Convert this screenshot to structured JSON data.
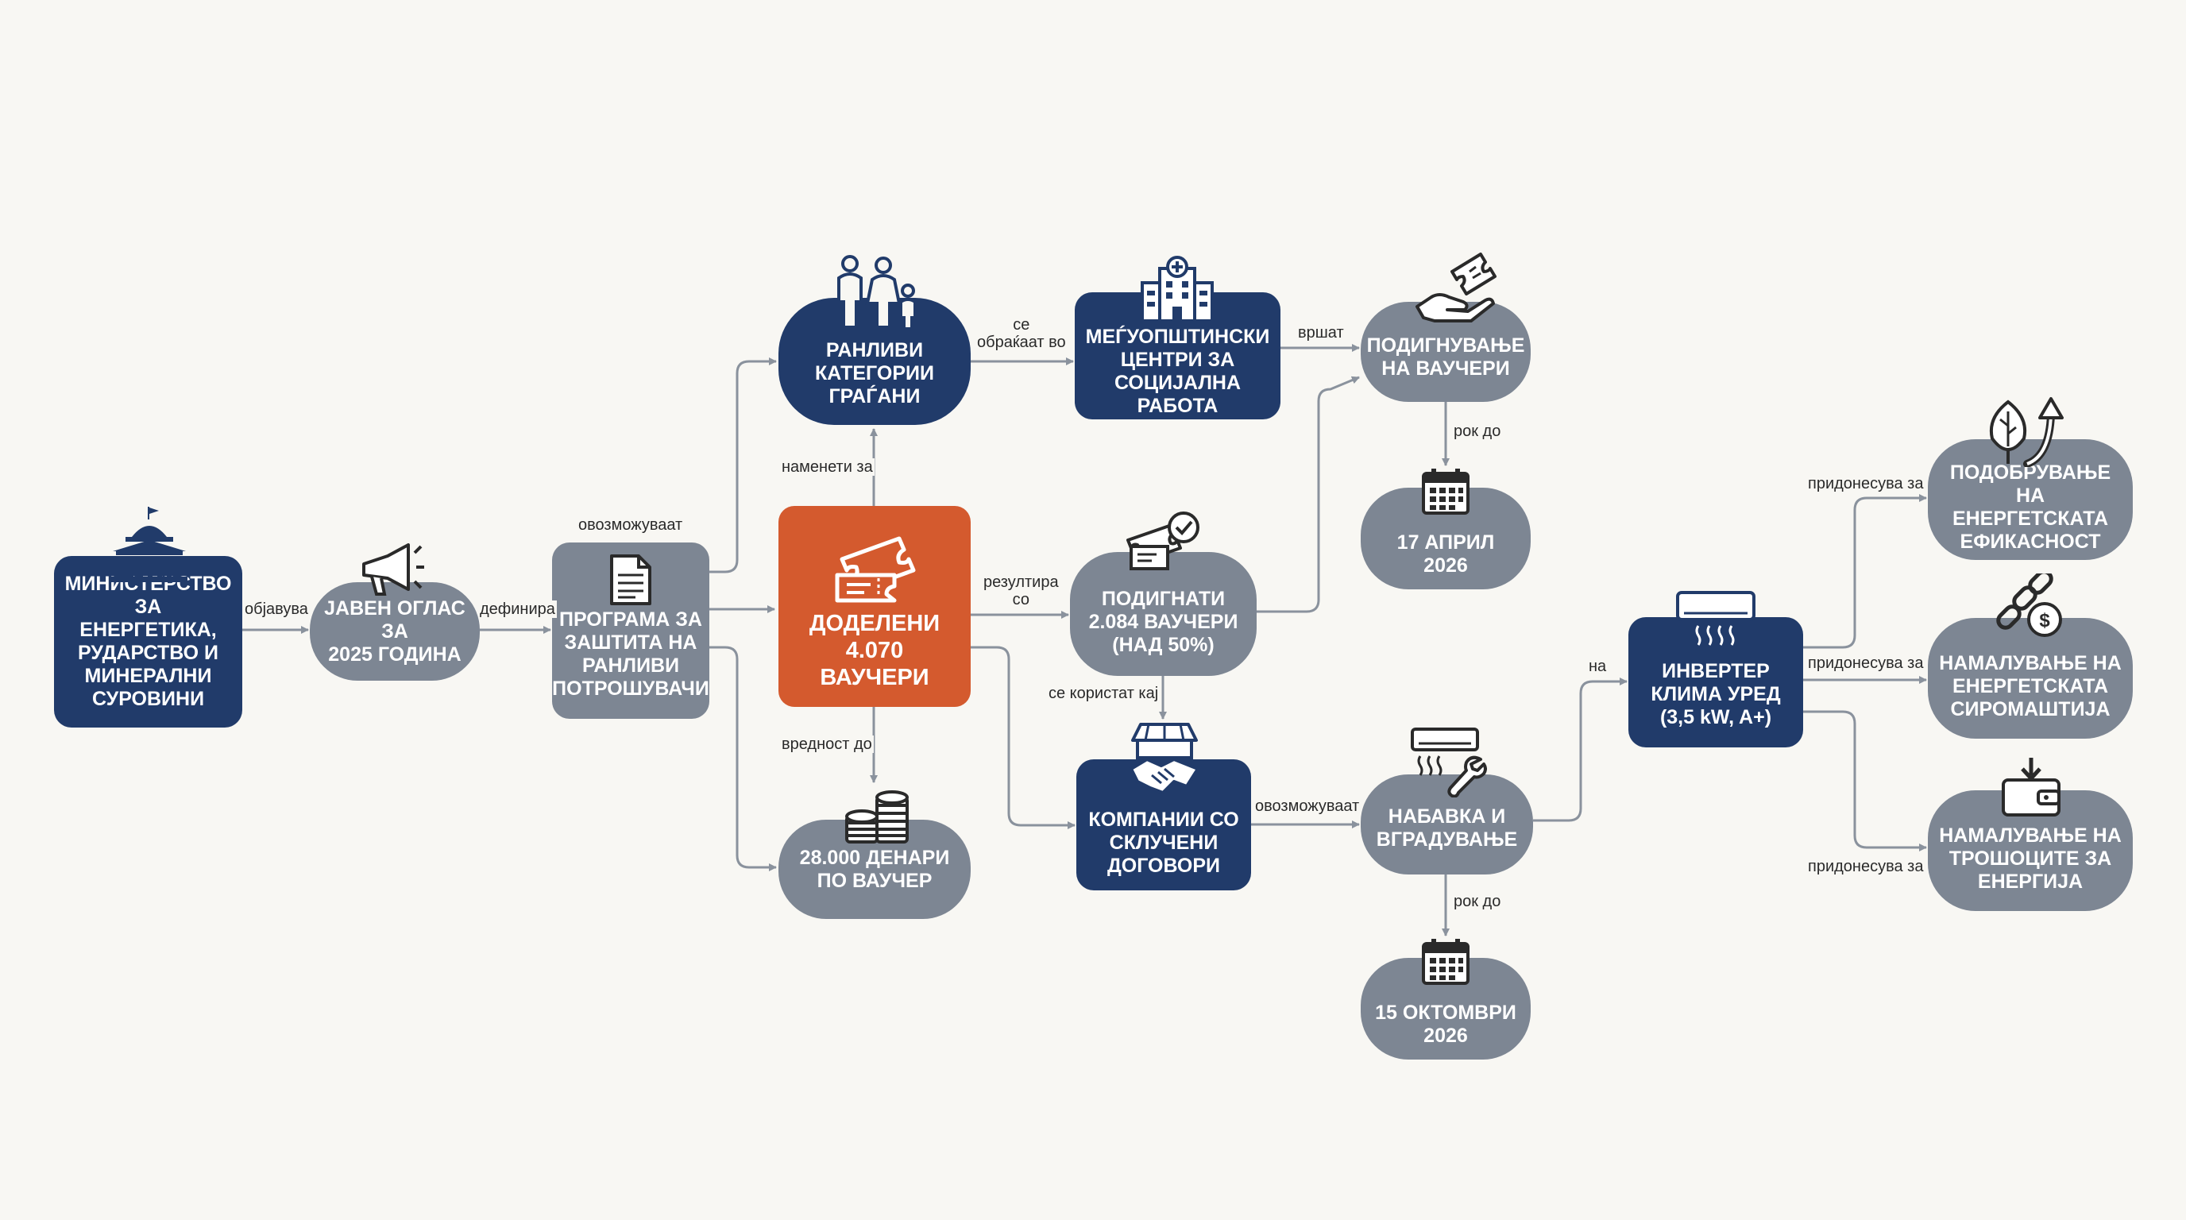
{
  "nodes": {
    "ministry": "МИНИСТЕРСТВО\nЗА ЕНЕРГЕТИКА,\nРУДАРСТВО И\nМИНЕРАЛНИ\nСУРОВИНИ",
    "public_call": "ЈАВЕН ОГЛАС ЗА\n2025 ГОДИНА",
    "program": "ПРОГРАМА ЗА\nЗАШТИТА НА\nРАНЛИВИ\nПОТРОШУВАЧИ",
    "vulnerable": "РАНЛИВИ\nКАТЕГОРИИ\nГРАЃАНИ",
    "allocated": "ДОДЕЛЕНИ\n4.070 ВАУЧЕРИ",
    "value": "28.000 ДЕНАРИ\nПО ВАУЧЕР",
    "social_centers": "МЕЃУОПШТИНСКИ\nЦЕНТРИ ЗА\nСОЦИЈАЛНА РАБОТА",
    "collected": "ПОДИГНАТИ\n2.084 ВАУЧЕРИ\n(НАД 50%)",
    "companies": "КОМПАНИИ СО\nСКЛУЧЕНИ\nДОГОВОРИ",
    "pickup": "ПОДИГНУВАЊЕ\nНА ВАУЧЕРИ",
    "deadline1": "17 АПРИЛ\n2026",
    "procurement": "НАБАВКА И\nВГРАДУВАЊЕ",
    "deadline2": "15 ОКТОМВРИ\n2026",
    "inverter": "ИНВЕРТЕР\nКЛИМА УРЕД\n(3,5 kW, A+)",
    "efficiency": "ПОДОБРУВАЊЕ НА\nЕНЕРГЕТСКАТА\nЕФИКАСНОСТ",
    "poverty": "НАМАЛУВАЊЕ НА\nЕНЕРГЕТСКАТА\nСИРОМАШТИЈА",
    "costs": "НАМАЛУВАЊЕ НА\nТРОШОЦИТЕ ЗА\nЕНЕРГИЈА"
  },
  "edges": {
    "announces": "објавува",
    "defines": "дефинира",
    "enables1": "овозможуваат",
    "intended_for": "наменети за",
    "value_up_to": "вредност до",
    "turn_to": "се\nобраќаат во",
    "perform": "вршат",
    "results_in": "резултира\nсо",
    "used_at": "се користат кај",
    "deadline_a": "рок до",
    "enables2": "овозможуваат",
    "deadline_b": "рок до",
    "for": "на",
    "contributes1": "придонесува за",
    "contributes2": "придонесува за",
    "contributes3": "придонесува за"
  },
  "colors": {
    "navy": "#213b6a",
    "gray": "#7d8693",
    "orange": "#d45a2e",
    "arrow": "#8a929d",
    "background": "#f8f7f3"
  },
  "icons": [
    "capitol-icon",
    "megaphone-icon",
    "document-icon",
    "family-icon",
    "ticket-icon",
    "coins-icon",
    "hospital-icon",
    "ticket-check-icon",
    "store-handshake-icon",
    "hand-ticket-icon",
    "calendar-icon",
    "ac-wrench-icon",
    "calendar-icon",
    "air-conditioner-icon",
    "leaf-growth-icon",
    "chain-coin-icon",
    "wallet-icon"
  ]
}
